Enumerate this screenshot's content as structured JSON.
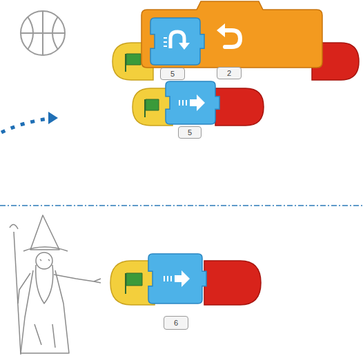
{
  "diagram": {
    "nodes": [
      {
        "text": [
          "2"
        ]
      },
      {
        "text": [
          "5"
        ],
        "in": 0
      },
      {
        "text": [
          "5"
        ]
      },
      {
        "text": [
          "6"
        ]
      }
    ]
  }
}
